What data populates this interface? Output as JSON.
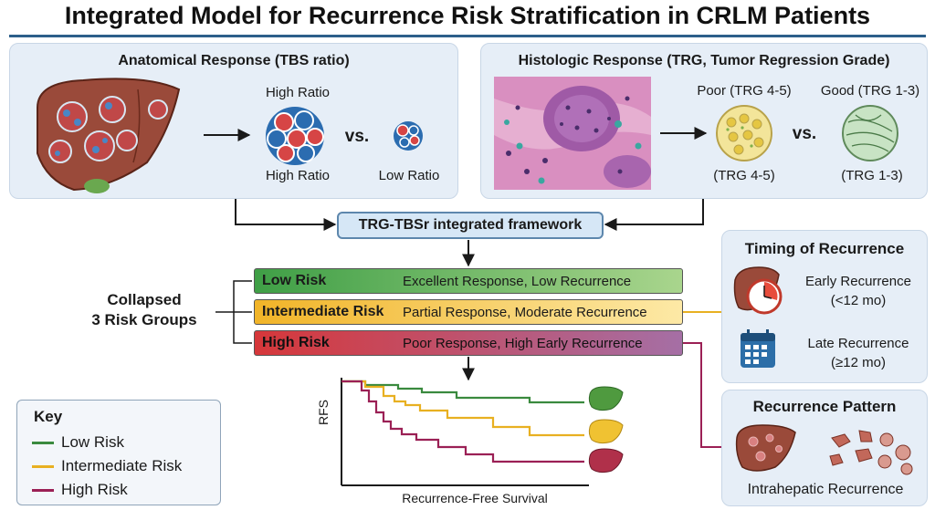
{
  "title": "Integrated Model for Recurrence Risk Stratification in CRLM Patients",
  "anatomical": {
    "title": "Anatomical Response (TBS ratio)",
    "top_label": "High Ratio",
    "vs": "vs.",
    "bottom_high_label": "High Ratio",
    "bottom_low_label": "Low Ratio"
  },
  "histologic": {
    "title": "Histologic Response (TRG, Tumor Regression Grade)",
    "poor_top": "Poor (TRG 4-5)",
    "good_top": "Good (TRG 1-3)",
    "vs": "vs.",
    "poor_bottom": "(TRG 4-5)",
    "good_bottom": "(TRG 1-3)"
  },
  "framework": {
    "label": "TRG-TBSr integrated framework"
  },
  "collapsed": {
    "line1": "Collapsed",
    "line2": "3 Risk Groups"
  },
  "risk_groups": [
    {
      "name": "Low Risk",
      "desc": "Excellent Response, Low Recurrence",
      "color": "#3f9f46"
    },
    {
      "name": "Intermediate Risk",
      "desc": "Partial Response, Moderate Recurrence",
      "color": "#f1b428"
    },
    {
      "name": "High Risk",
      "desc": "Poor Response, High Early Recurrence",
      "color": "#d6373a"
    }
  ],
  "timing": {
    "title": "Timing of Recurrence",
    "early_line1": "Early Recurrence",
    "early_line2": "(<12 mo)",
    "late_line1": "Late Recurrence",
    "late_line2": "(≥12 mo)"
  },
  "pattern": {
    "title": "Recurrence Pattern",
    "caption": "Intrahepatic Recurrence"
  },
  "key": {
    "title": "Key",
    "items": [
      {
        "label": "Low Risk",
        "color": "#3a8a3e"
      },
      {
        "label": "Intermediate Risk",
        "color": "#e8b021"
      },
      {
        "label": "High Risk",
        "color": "#9b2055"
      }
    ]
  },
  "km": {
    "ylabel": "RFS",
    "xlabel": "Recurrence-Free Survival",
    "low_color": "#3a8a3e",
    "mid_color": "#e8b021",
    "high_color": "#9b2055"
  },
  "colors": {
    "panel_bg": "#e6eef7",
    "liver": "#9a4a3a",
    "framework_border": "#5d87ad",
    "title_rule": "#2c5f8a"
  }
}
